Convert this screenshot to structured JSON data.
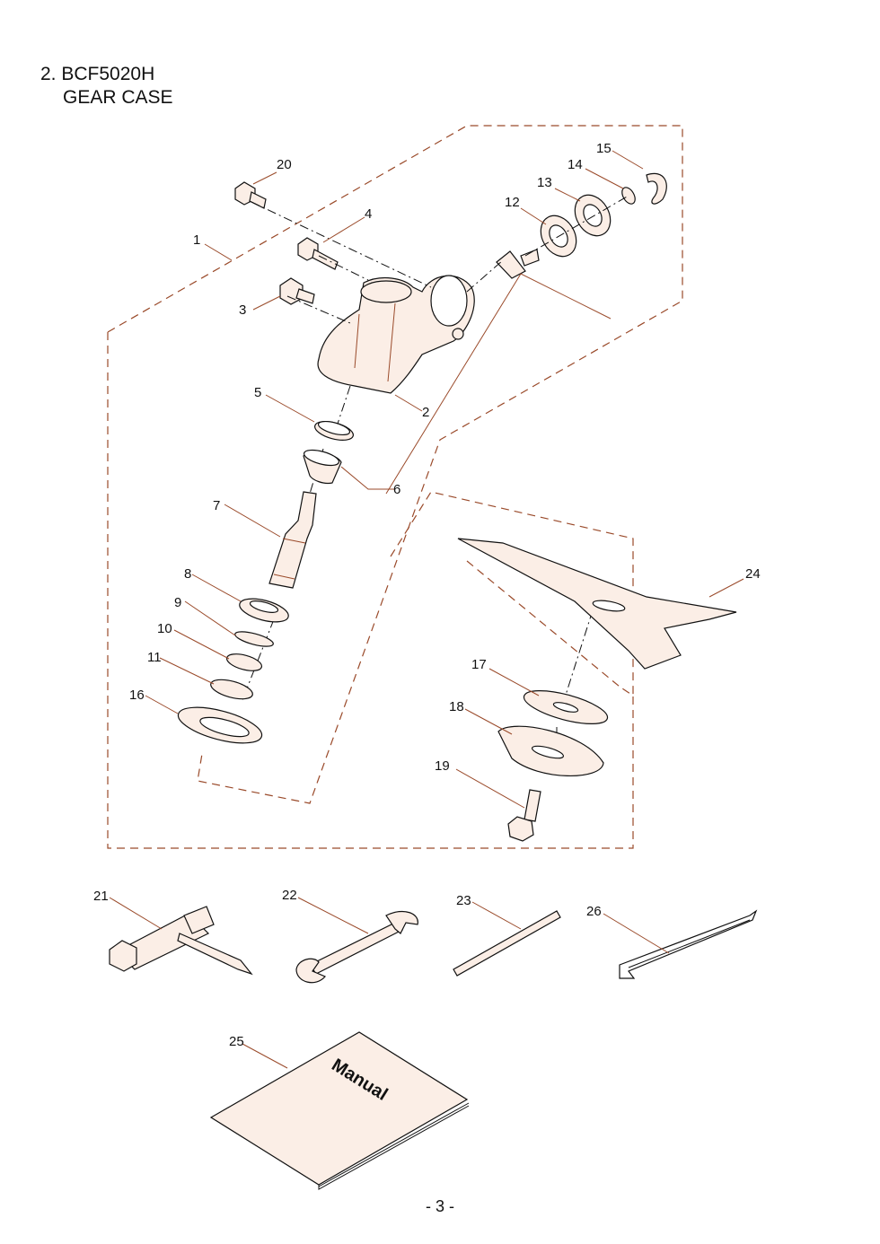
{
  "header": {
    "line1": "2. BCF5020H",
    "line2": "GEAR CASE"
  },
  "callouts": [
    "1",
    "2",
    "3",
    "4",
    "5",
    "6",
    "7",
    "8",
    "9",
    "10",
    "11",
    "12",
    "13",
    "14",
    "15",
    "16",
    "17",
    "18",
    "19",
    "20",
    "21",
    "22",
    "23",
    "24",
    "25",
    "26"
  ],
  "manual_label": "Manual",
  "footer": {
    "page": "- 3 -"
  },
  "colors": {
    "leader": "#9a4a2a",
    "part_fill": "#fbeee6",
    "outline": "#111111"
  }
}
